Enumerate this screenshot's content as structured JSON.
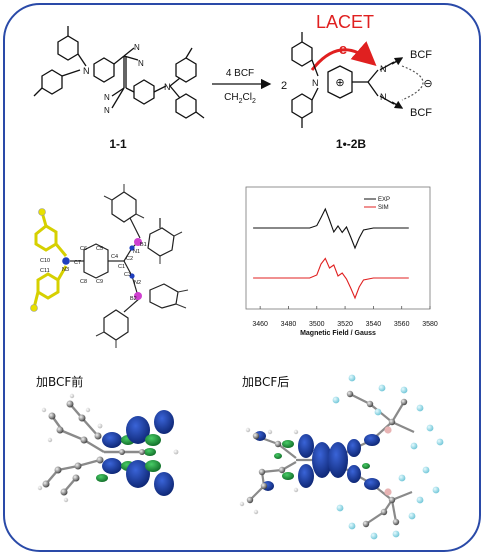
{
  "scheme": {
    "lacet_label": "LACET",
    "electron_label": "e",
    "reagent": "4 BCF",
    "solvent_main": "CH",
    "solvent_sub1": "2",
    "solvent_main2": "Cl",
    "solvent_sub2": "2",
    "coefficient": "2",
    "reactant_label": "1-1",
    "product_label": "1•-2B",
    "radical_dot": "•",
    "group_label": "BCF",
    "atom_n": "N",
    "plus_sign": "⊕",
    "minus_sign": "⊖"
  },
  "crystal": {
    "labels": [
      "B1",
      "N1",
      "C2",
      "C6",
      "C5",
      "C4",
      "C1",
      "C10",
      "C7",
      "N3",
      "C11",
      "C8",
      "C9",
      "C3",
      "N2",
      "B2"
    ]
  },
  "chart_data": {
    "type": "line",
    "xlabel": "Magnetic Field / Gauss",
    "ylabel": "",
    "xlim": [
      3450,
      3580
    ],
    "x_ticks": [
      3460,
      3480,
      3500,
      3520,
      3540,
      3560,
      3580
    ],
    "legend_position": "top-right",
    "grid": false,
    "series": [
      {
        "name": "EXP",
        "color": "#111111",
        "x": [
          3455,
          3495,
          3500,
          3503,
          3506,
          3509,
          3512,
          3515,
          3518,
          3521,
          3524,
          3527,
          3530,
          3533,
          3540,
          3565
        ],
        "y": [
          0,
          0,
          0.12,
          0.52,
          0.95,
          0.4,
          -0.2,
          0.1,
          -0.22,
          0.05,
          -0.45,
          -1.0,
          -0.5,
          -0.1,
          0,
          0
        ]
      },
      {
        "name": "SIM",
        "color": "#e02020",
        "x": [
          3455,
          3495,
          3500,
          3503,
          3506,
          3509,
          3512,
          3515,
          3518,
          3521,
          3524,
          3527,
          3530,
          3533,
          3540,
          3565
        ],
        "y": [
          0,
          0,
          0.15,
          0.7,
          0.98,
          0.5,
          0.65,
          0.1,
          0.25,
          -0.05,
          -0.5,
          -1.0,
          -0.45,
          -0.1,
          0,
          0
        ]
      }
    ]
  },
  "orbitals": {
    "before_label": "加BCF前",
    "after_label": "加BCF后"
  },
  "colors": {
    "accent_red": "#e02020",
    "frame_blue": "#2a4aa8",
    "nitrogen_blue": "#1f3fbf",
    "boron_pink": "#d040d0",
    "carbon_yellow": "#e8e000",
    "orbital_blue": "#15379a",
    "orbital_green": "#1e9a3c",
    "fluorine_cyan": "#8fd8e8"
  }
}
